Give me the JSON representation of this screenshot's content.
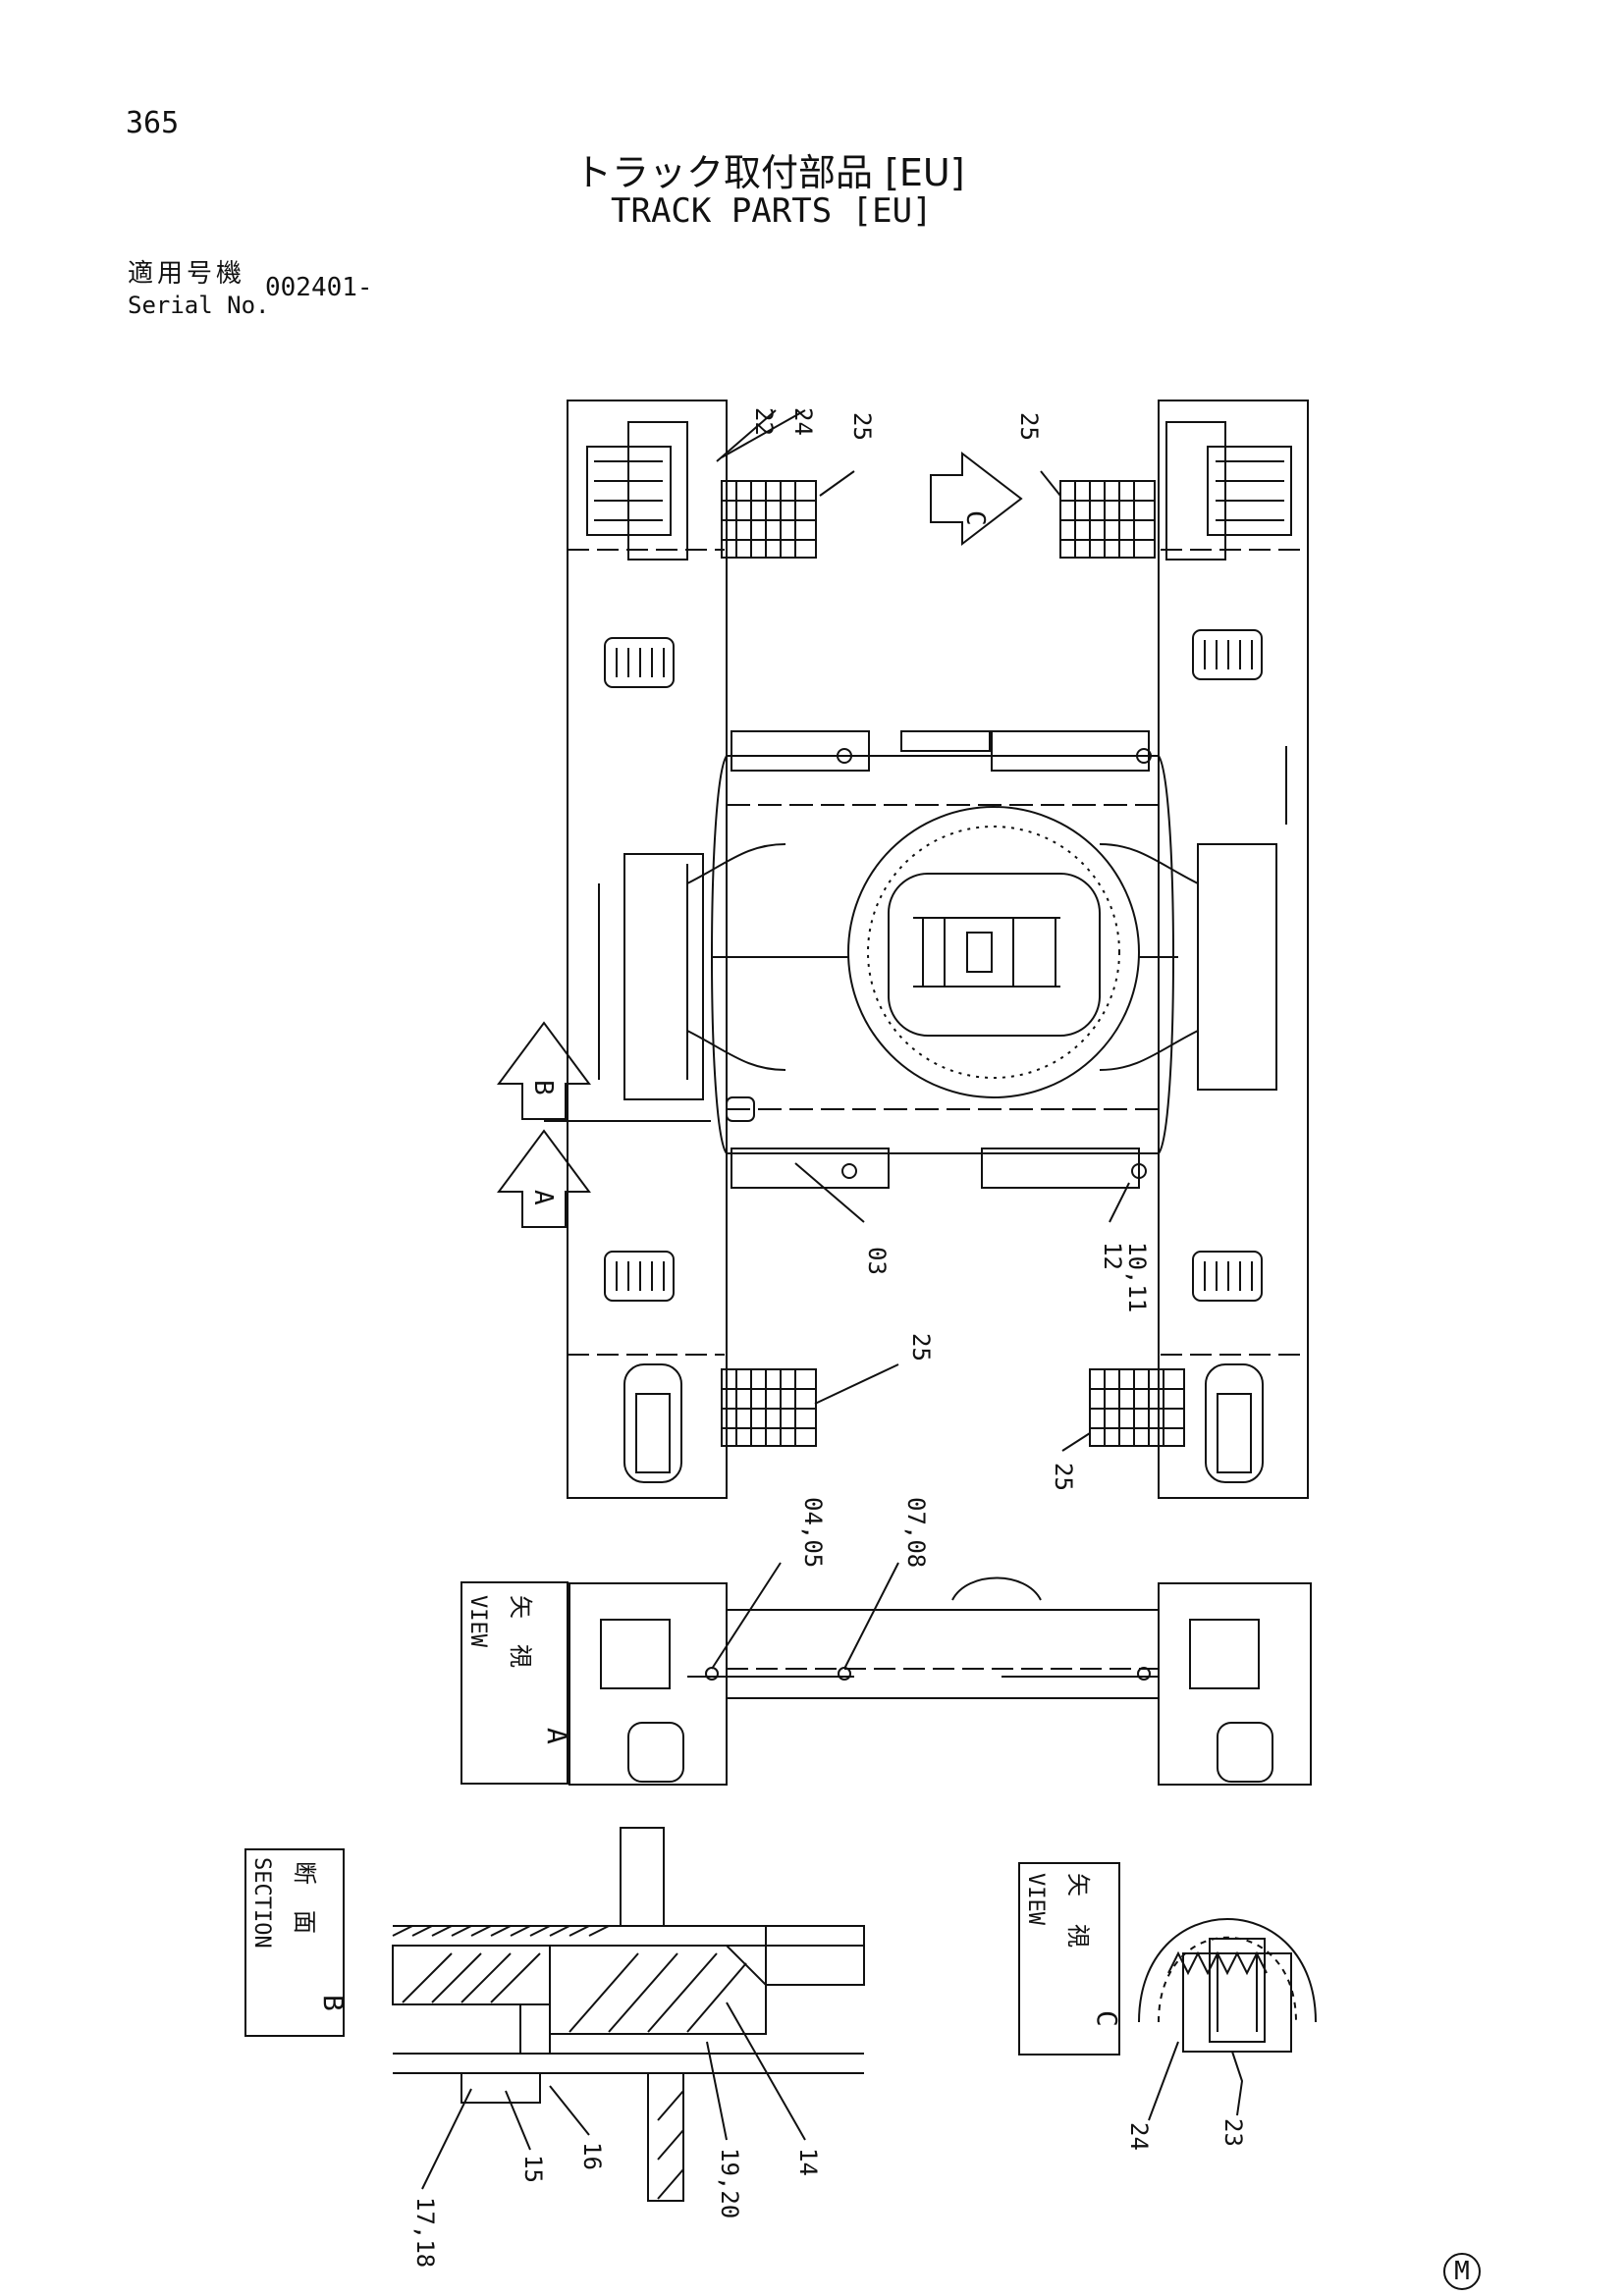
{
  "page_number": "365",
  "title_jp": "トラック取付部品 [EU]",
  "title_en": "TRACK PARTS [EU]",
  "serial": {
    "label_jp": "適用号機",
    "label_en": "Serial No.",
    "value": "002401-"
  },
  "views": {
    "A": {
      "jp_1": "矢",
      "jp_2": "視",
      "en": "VIEW",
      "letter": "A"
    },
    "B": {
      "jp_1": "断",
      "jp_2": "面",
      "en": "SECTION",
      "letter": "B"
    },
    "C": {
      "jp_1": "矢",
      "jp_2": "視",
      "en": "VIEW",
      "letter": "C"
    }
  },
  "arrows": {
    "A": "A",
    "B": "B",
    "C": "C"
  },
  "callouts": {
    "c22": "22",
    "c24": "24",
    "c25_tl": "25",
    "c25_tr": "25",
    "c03": "03",
    "c10_11": "10,11",
    "c12": "12",
    "c25_bl": "25",
    "c25_br": "25",
    "c04_05": "04,05",
    "c07_08": "07,08",
    "c17_18": "17,18",
    "c15": "15",
    "c16": "16",
    "c19_20": "19,20",
    "c14": "14",
    "c24_c": "24",
    "c23": "23"
  },
  "manufacturer_mark": "M"
}
